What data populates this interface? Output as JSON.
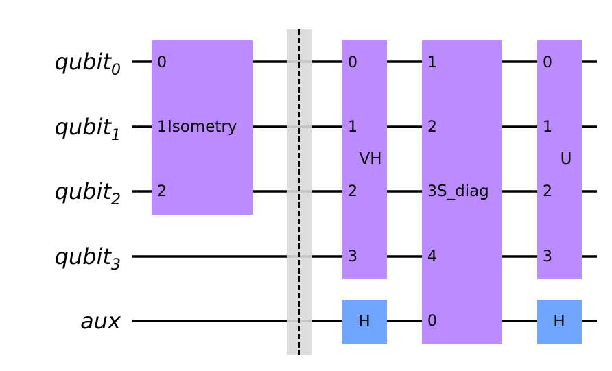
{
  "colors": {
    "multi_gate": "#bb8bff",
    "h_gate": "#6fa4ff",
    "barrier": "#d9d9d9",
    "wire": "#000000"
  },
  "wires": [
    {
      "name": "qubit",
      "sub": "0"
    },
    {
      "name": "qubit",
      "sub": "1"
    },
    {
      "name": "qubit",
      "sub": "2"
    },
    {
      "name": "qubit",
      "sub": "3"
    },
    {
      "name": "aux",
      "sub": ""
    }
  ],
  "gates": {
    "isometry": {
      "label": "Isometry",
      "ports": [
        "0",
        "1",
        "2"
      ]
    },
    "vh": {
      "label": "VH",
      "ports": [
        "0",
        "1",
        "2",
        "3"
      ]
    },
    "vh_aux": {
      "label": "H"
    },
    "s_diag": {
      "label": "S_diag",
      "ports": [
        "1",
        "2",
        "3",
        "4",
        "0"
      ]
    },
    "u": {
      "label": "U",
      "ports": [
        "0",
        "1",
        "2",
        "3"
      ]
    },
    "u_aux": {
      "label": "H"
    }
  }
}
